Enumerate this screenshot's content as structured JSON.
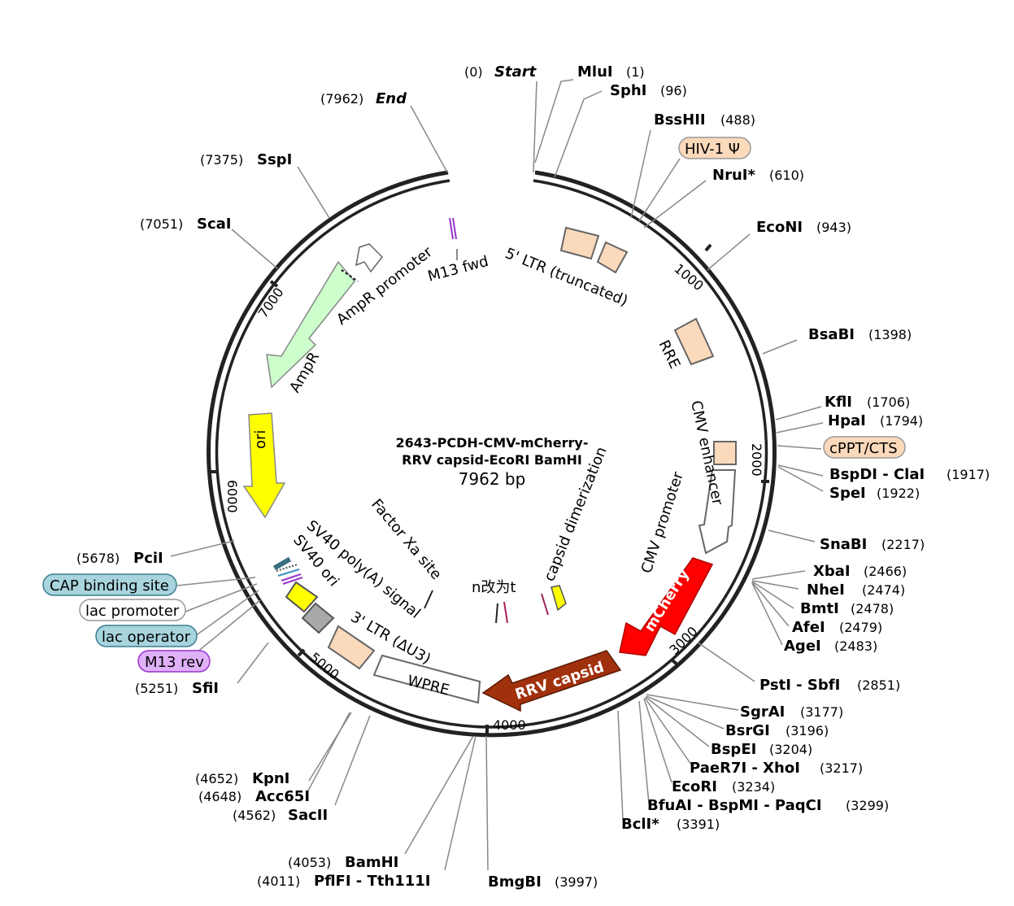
{
  "plasmid": {
    "name_line1": "2643-PCDH-CMV-mCherry-",
    "name_line2": "RRV capsid-EcoRI BamHI",
    "length_label": "7962 bp"
  },
  "ticks": [
    {
      "label": "1000"
    },
    {
      "label": "2000"
    },
    {
      "label": "3000"
    },
    {
      "label": "4000"
    },
    {
      "label": "5000"
    },
    {
      "label": "6000"
    },
    {
      "label": "7000"
    }
  ],
  "sites": {
    "start": {
      "pos": "(0)",
      "name": "Start"
    },
    "end": {
      "pos": "(7962)",
      "name": "End"
    },
    "mlui": {
      "name": "MluI",
      "pos": "(1)"
    },
    "sphi": {
      "name": "SphI",
      "pos": "(96)"
    },
    "bsshii": {
      "name": "BssHII",
      "pos": "(488)"
    },
    "nrui": {
      "name": "NruI*",
      "pos": "(610)"
    },
    "econi": {
      "name": "EcoNI",
      "pos": "(943)"
    },
    "bsabi": {
      "name": "BsaBI",
      "pos": "(1398)"
    },
    "kfli": {
      "name": "KflI",
      "pos": "(1706)"
    },
    "hpai": {
      "name": "HpaI",
      "pos": "(1794)"
    },
    "bspdi": {
      "name": "BspDI - ClaI",
      "pos": "(1917)"
    },
    "spei": {
      "name": "SpeI",
      "pos": "(1922)"
    },
    "snabi": {
      "name": "SnaBI",
      "pos": "(2217)"
    },
    "xbai": {
      "name": "XbaI",
      "pos": "(2466)"
    },
    "nhei": {
      "name": "NheI",
      "pos": "(2474)"
    },
    "bmti": {
      "name": "BmtI",
      "pos": "(2478)"
    },
    "afei": {
      "name": "AfeI",
      "pos": "(2479)"
    },
    "agei": {
      "name": "AgeI",
      "pos": "(2483)"
    },
    "psti": {
      "name": "PstI - SbfI",
      "pos": "(2851)"
    },
    "sgrai": {
      "name": "SgrAI",
      "pos": "(3177)"
    },
    "bsrgi": {
      "name": "BsrGI",
      "pos": "(3196)"
    },
    "bspei": {
      "name": "BspEI",
      "pos": "(3204)"
    },
    "paer7i": {
      "name": "PaeR7I - XhoI",
      "pos": "(3217)"
    },
    "ecori": {
      "name": "EcoRI",
      "pos": "(3234)"
    },
    "bfuai": {
      "name": "BfuAI - BspMI - PaqCI",
      "pos": "(3299)"
    },
    "bcli": {
      "name": "BclI*",
      "pos": "(3391)"
    },
    "bmgbi": {
      "name": "BmgBI",
      "pos": "(3997)"
    },
    "bamhi": {
      "pos": "(4053)",
      "name": "BamHI"
    },
    "pflfi": {
      "pos": "(4011)",
      "name": "PflFI - Tth111I"
    },
    "sacii": {
      "pos": "(4562)",
      "name": "SacII"
    },
    "acc65i": {
      "pos": "(4648)",
      "name": "Acc65I"
    },
    "kpni": {
      "pos": "(4652)",
      "name": "KpnI"
    },
    "sfii": {
      "pos": "(5251)",
      "name": "SfiI"
    },
    "pcii": {
      "pos": "(5678)",
      "name": "PciI"
    },
    "scai": {
      "pos": "(7051)",
      "name": "ScaI"
    },
    "sspi": {
      "pos": "(7375)",
      "name": "SspI"
    }
  },
  "badges": {
    "hiv": "HIV-1 Ψ",
    "cppt": "cPPT/CTS",
    "cap": "CAP binding site",
    "lacp": "lac promoter",
    "laco": "lac operator",
    "m13rev": "M13 rev"
  },
  "features": {
    "ltr5": "5' LTR (truncated)",
    "rre": "RRE",
    "cmv_enh": "CMV enhancer",
    "cmv_prom": "CMV promoter",
    "mcherry": "mCherry",
    "rrv": "RRV capsid",
    "wpre": "WPRE",
    "ltr3": "3' LTR (ΔU3)",
    "sv40pa": "SV40 poly(A) signal",
    "sv40ori": "SV40 ori",
    "factorxa": "Factor Xa site",
    "nchange": "n改为t",
    "capsid_dim": "capsid dimerization",
    "ori": "ori",
    "ampr": "AmpR",
    "ampr_prom": "AmpR promoter",
    "m13fwd": "M13 fwd"
  },
  "colors": {
    "backbone": "#222222",
    "feature_peach": "#fbd9bb",
    "mcherry": "#ff0000",
    "rrv": "#a0310c",
    "ori": "#ffff00",
    "ampr": "#ccffcc",
    "badge_blue": "#a8d4de",
    "badge_purple": "#e0b0f8",
    "m13": "#9933cc"
  }
}
